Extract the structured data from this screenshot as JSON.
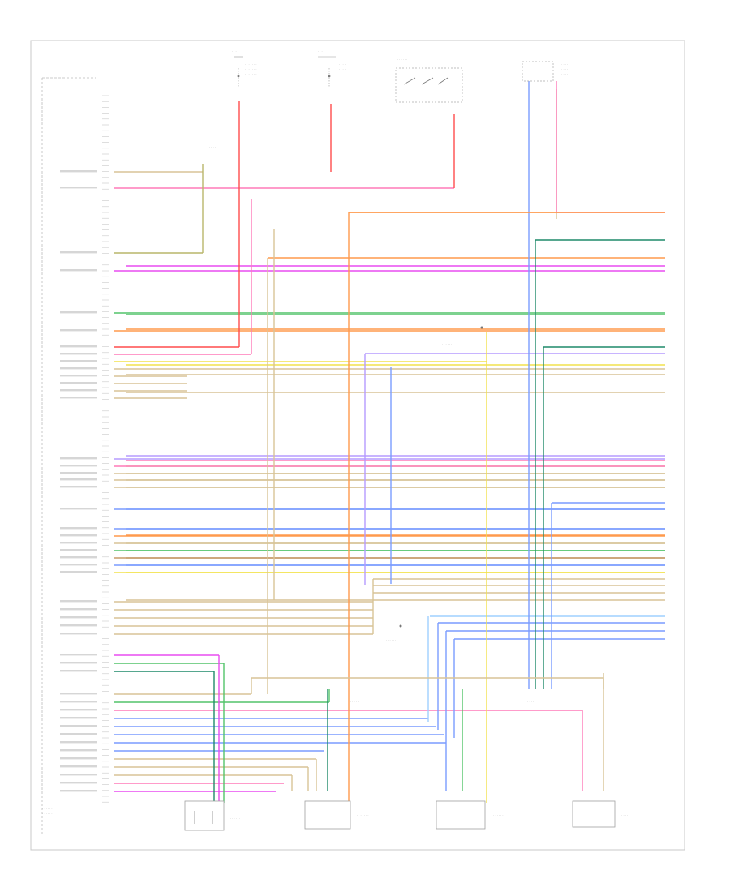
{
  "diagram": {
    "footer_code": "",
    "pcm_label": "",
    "components": [
      {
        "name": "fuse-block-top-left",
        "label": ""
      },
      {
        "name": "fuse-block-top-mid",
        "label": ""
      },
      {
        "name": "ignition-switch",
        "label": ""
      },
      {
        "name": "relay-top-right",
        "label": ""
      },
      {
        "name": "sensor-1",
        "label": ""
      },
      {
        "name": "sensor-2",
        "label": ""
      },
      {
        "name": "sensor-3",
        "label": ""
      },
      {
        "name": "sensor-4",
        "label": ""
      }
    ],
    "colors": {
      "red": "#ff4d4d",
      "pink": "#ff7ab8",
      "orange": "#ff9a4d",
      "yellow": "#f2e24d",
      "green": "#52c46a",
      "dkgreen": "#1f8a6a",
      "blue": "#7a9cff",
      "ltblue": "#9fd0ff",
      "tan": "#d8c497",
      "magenta": "#e84df0",
      "violet": "#b59bff",
      "olive": "#b9b56a",
      "brown": "#c79b6a"
    }
  }
}
